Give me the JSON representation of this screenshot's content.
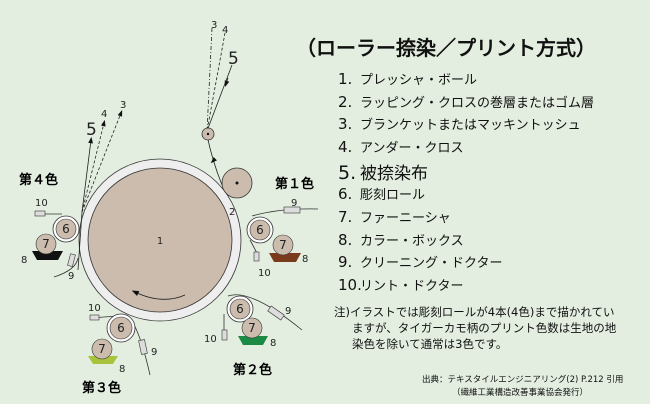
{
  "title": "（ローラー捺染／プリント方式）",
  "legend": [
    {
      "num": "1.",
      "text": "プレッシャ・ボール"
    },
    {
      "num": "2.",
      "text": "ラッピング・クロスの巻層またはゴム層"
    },
    {
      "num": "3.",
      "text": "ブランケットまたはマッキントッシュ"
    },
    {
      "num": "4.",
      "text": "アンダー・クロス"
    },
    {
      "num": "5.",
      "text": "被捺染布"
    },
    {
      "num": "6.",
      "text": "彫刻ロール"
    },
    {
      "num": "7.",
      "text": "ファーニーシャ"
    },
    {
      "num": "8.",
      "text": "カラー・ボックス"
    },
    {
      "num": "9.",
      "text": "クリーニング・ドクター"
    },
    {
      "num": "10.",
      "text": "リント・ドクター"
    }
  ],
  "note": {
    "line1": "注)イラストでは彫刻ロールが4本(4色)まで描かれてい",
    "line2": "ますが、タイガーカモ柄のプリント色数は生地の地",
    "line3": "染色を除いて通常は3色です。"
  },
  "source": {
    "line1": "出典：テキスタイルエンジニアリング(2) P.212 引用",
    "line2": "（繊維工業構造改善事業協会発行）"
  },
  "diagram": {
    "stations": {
      "s1": "第１色",
      "s2": "第２色",
      "s3": "第３色",
      "s4": "第４色"
    },
    "numbers": {
      "n1": "1",
      "n2": "2",
      "n3": "3",
      "n4": "4",
      "n5": "5",
      "n6": "6",
      "n7": "7",
      "n8": "8",
      "n9": "9",
      "n10": "10"
    },
    "colors": {
      "s1": "#7a3a1c",
      "s2": "#1b8a44",
      "s3": "#a9c43c",
      "s4": "#111111",
      "drum": "#cbbcad",
      "ring": "#eeeeee"
    }
  }
}
